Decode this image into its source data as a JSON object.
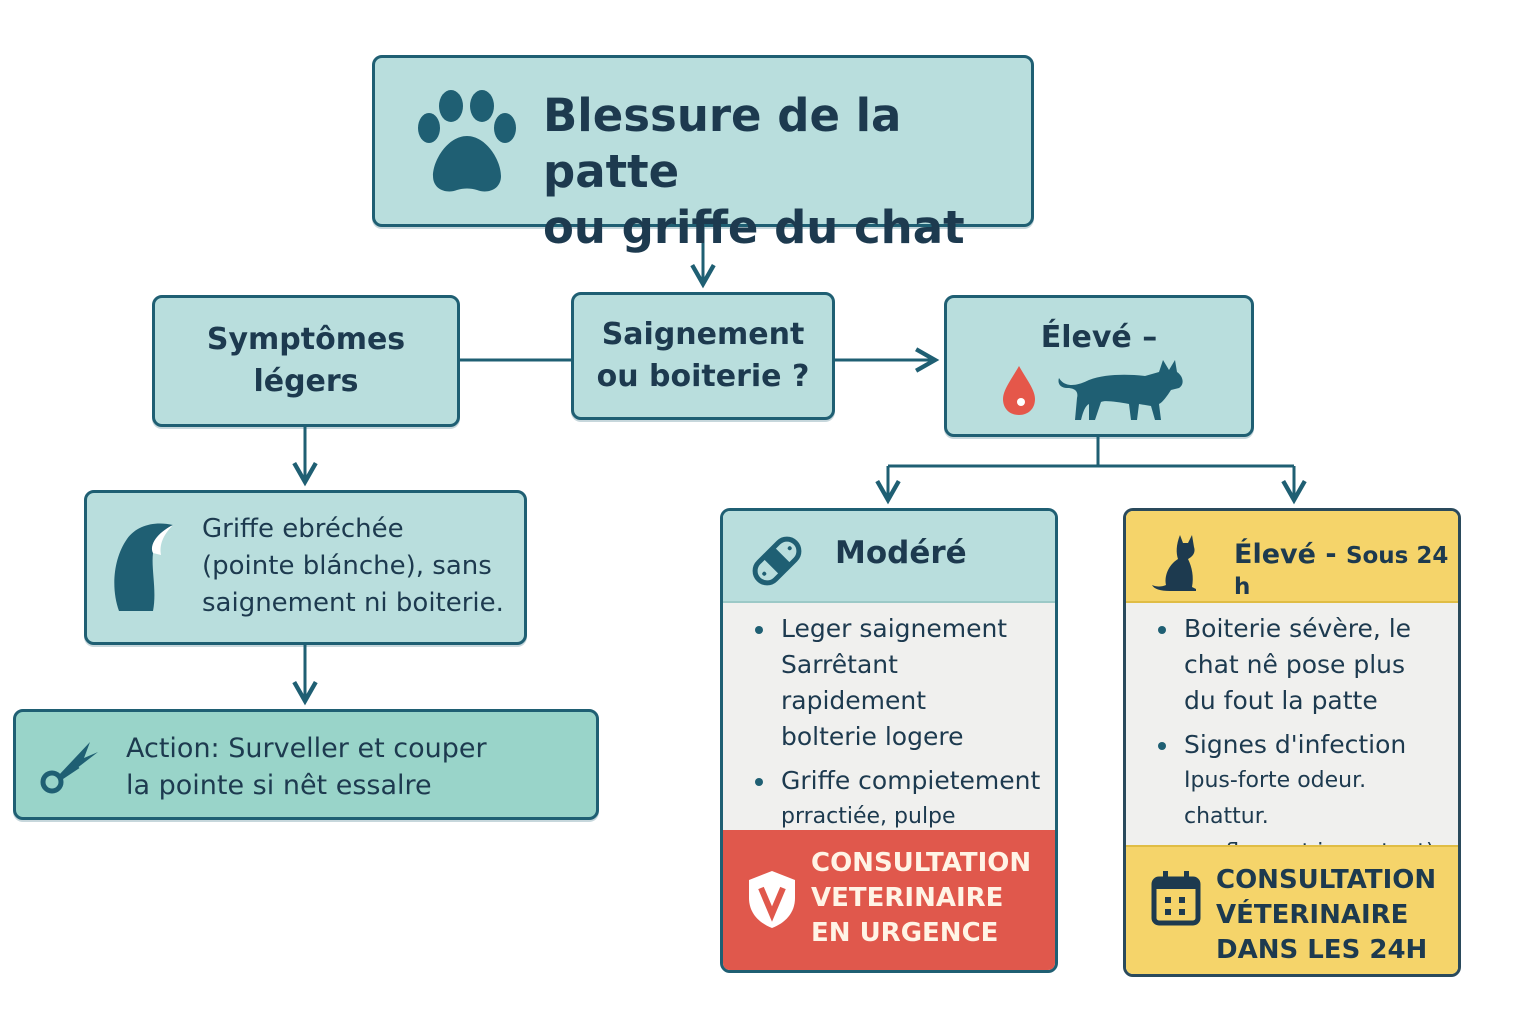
{
  "title": {
    "line1": "Blessure de la patte",
    "line2": "ou griffe du chat"
  },
  "decision": {
    "line1": "Saignement",
    "line2": "ou boiterie ?"
  },
  "mild": {
    "line1": "Symptômes",
    "line2": "légers"
  },
  "high": {
    "label": "Élevé –"
  },
  "chip_case": {
    "line1": "Griffe ebréchée",
    "line2": "(pointe blánche), sans",
    "line3": "saignement ni boiterie."
  },
  "action": {
    "line1": "Action: Surveller et couper",
    "line2": "la pointe si nêt essalre"
  },
  "moderate": {
    "title": "Modéré",
    "bullets": [
      {
        "lines": [
          "Leger saignement",
          "Sarrêtant rapidement",
          "bolterie logere"
        ]
      },
      {
        "lines": [
          "Griffe compietement",
          "prractiée, pulpe exposée"
        ]
      }
    ],
    "footer": [
      "CONSULTATION",
      "VETERINAIRE",
      "EN URGENCE"
    ]
  },
  "severe": {
    "title": "Élevé -",
    "title_suffix": "Sous 24 h",
    "bullets": [
      {
        "lines": [
          "Boiterie sévère, le",
          "chat nê pose plus",
          "du fout la patte"
        ]
      },
      {
        "lines": [
          "Signes d'infection",
          "Ipus-forte odeur. chattur.",
          "gonflement important)"
        ]
      }
    ],
    "footer": [
      "CONSULTATION",
      "VÉTERINAIRE",
      "DANS LES 24H"
    ]
  },
  "colors": {
    "teal_box": "#b9dedd",
    "action_green": "#99d4c9",
    "border": "#1f5f73",
    "text": "#1d3a4f",
    "urgent_red": "#e0584c",
    "warning_yellow": "#f5d46a",
    "blood_drop": "#e5574a"
  },
  "icons": [
    "paw-icon",
    "blood-drop-icon",
    "walking-cat-icon",
    "claw-icon",
    "scissors-icon",
    "bandage-icon",
    "shield-v-icon",
    "sitting-cat-icon",
    "calendar-icon"
  ]
}
